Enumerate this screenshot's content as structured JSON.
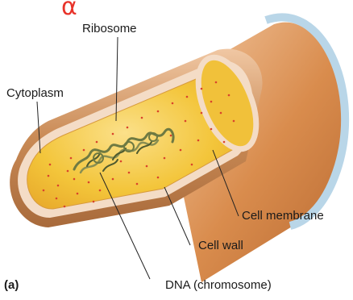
{
  "corner_mark": "α",
  "panel_label": "(a)",
  "labels": {
    "ribosome": "Ribosome",
    "cytoplasm": "Cytoplasm",
    "cell_membrane": "Cell membrane",
    "cell_wall": "Cell wall",
    "dna": "DNA (chromosome)"
  },
  "colors": {
    "cell_wall_outer": "#c98a55",
    "cell_wall_inner": "#f4dcc6",
    "membrane": "#e3a553",
    "cytoplasm": "#f2c230",
    "ribosome_dots": "#d9432b",
    "dna": "#6f7a42",
    "tube_cap": "#b9d6e8"
  }
}
